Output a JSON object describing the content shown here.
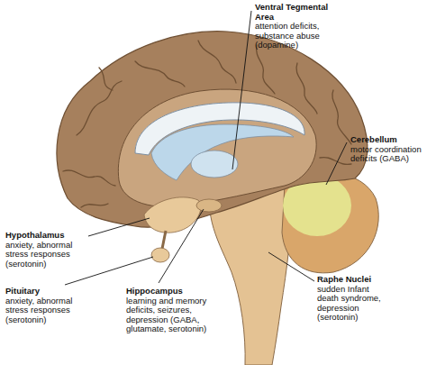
{
  "diagram": {
    "labels": [
      "Ventral Tegmental Area",
      "attention deficits, substance abuse (dopamine)",
      "Cerebellum",
      "motor coordination deficits (GABA)",
      "Raphe Nuclei",
      "sudden Infant death syndrome, depression (serotonin)",
      "Hypothalamus",
      "anxiety, abnormal stress responses (serotonin)",
      "Pituitary",
      "anxiety, abnormal stress responses (serotonin)",
      "Hippocampus",
      "learning and memory deficits, seizures, depression (GABA, glutamate, serotonin)"
    ]
  }
}
